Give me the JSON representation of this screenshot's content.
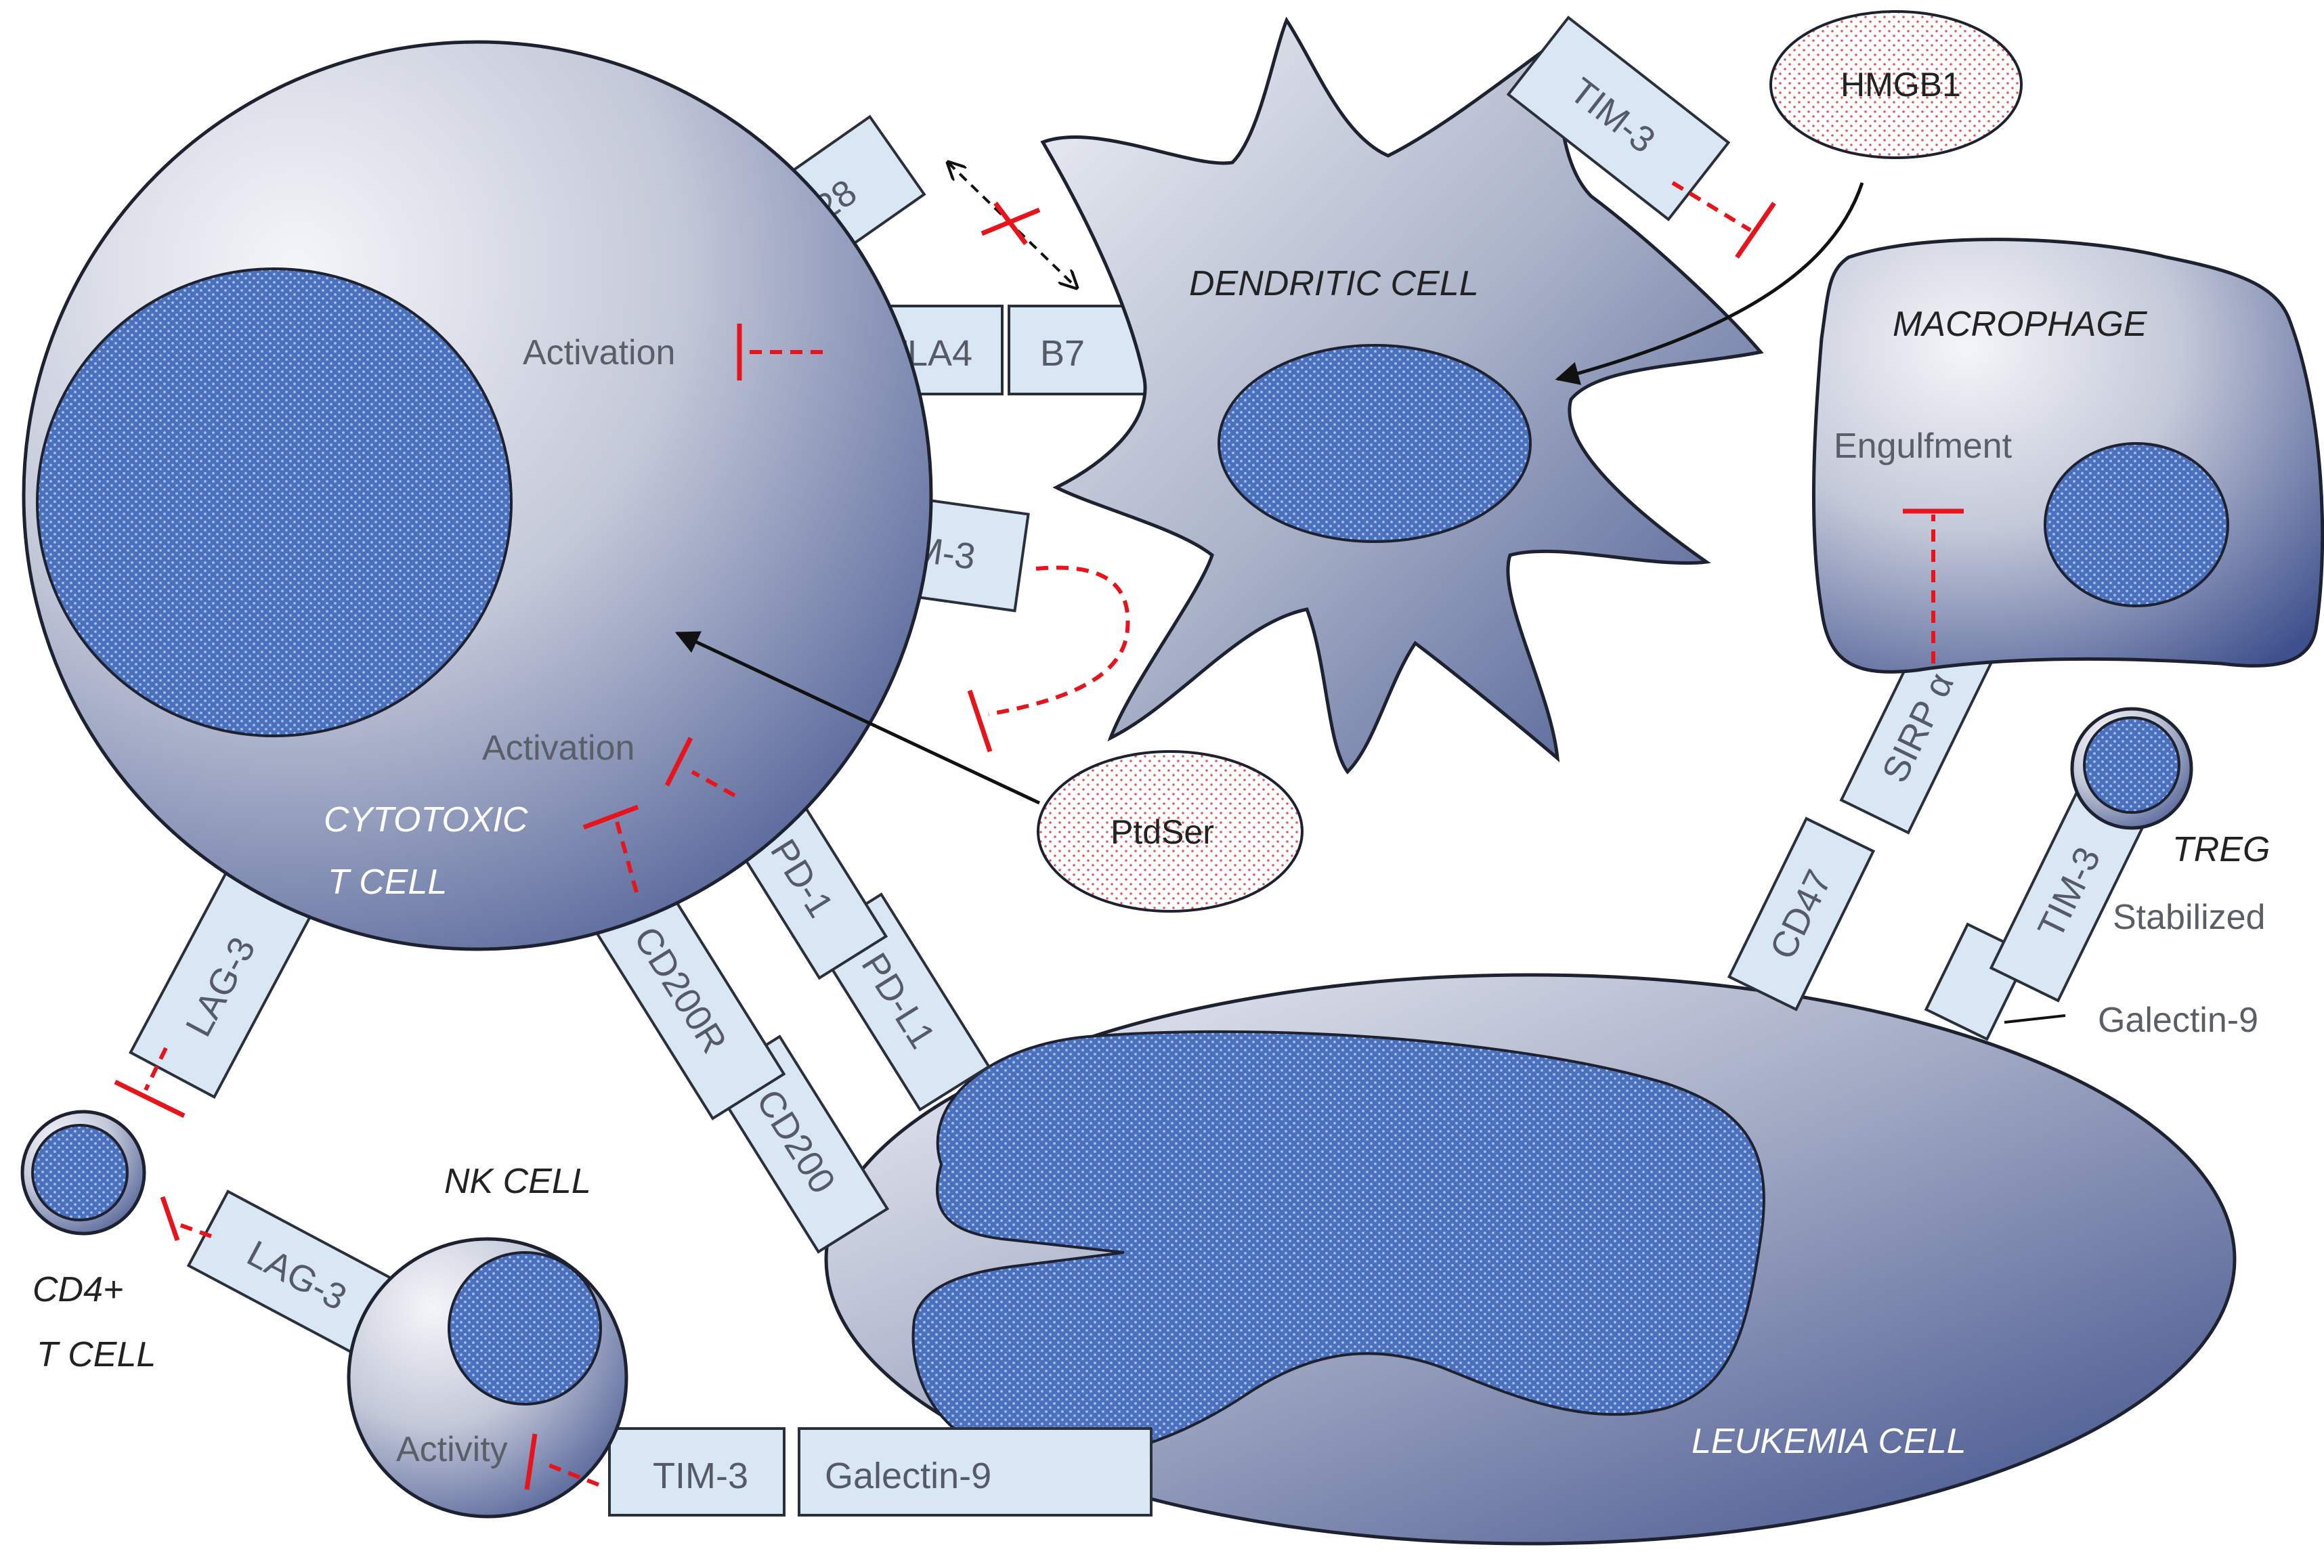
{
  "colors": {
    "cell_light": "#f3f4f8",
    "cell_dark": "#3d4f8c",
    "nucleus": "#4d74c0",
    "receptor_fill": "#d9e6f3",
    "inhibition": "#e8141c",
    "molecule_dots": "#e05a5a"
  },
  "cells": {
    "cytotoxic_line1": "CYTOTOXIC",
    "cytotoxic_line2": "T CELL",
    "dendritic": "DENDRITIC CELL",
    "macrophage": "MACROPHAGE",
    "treg": "TREG",
    "nk": "NK CELL",
    "cd4_line1": "CD4+",
    "cd4_line2": "T CELL",
    "leukemia": "LEUKEMIA CELL"
  },
  "receptors": {
    "cd28": "CD28",
    "ctla4": "CTLA4",
    "b7": "B7",
    "tim3_tcell": "TIM-3",
    "tim3_dc": "TIM-3",
    "pd1": "PD-1",
    "pdl1": "PD-L1",
    "cd200r": "CD200R",
    "cd200": "CD200",
    "lag3_tcell": "LAG-3",
    "lag3_nk": "LAG-3",
    "tim3_nk": "TIM-3",
    "galectin9_nk": "Galectin-9",
    "sirpa": "SIRP α",
    "cd47": "CD47",
    "tim3_treg": "TIM-3",
    "galectin9_treg": "Galectin-9"
  },
  "molecules": {
    "hmgb1": "HMGB1",
    "ptdser": "PtdSer"
  },
  "effects": {
    "activation_1": "Activation",
    "activation_2": "Activation",
    "engulfment": "Engulfment",
    "stabilized": "Stabilized",
    "activity": "Activity"
  }
}
